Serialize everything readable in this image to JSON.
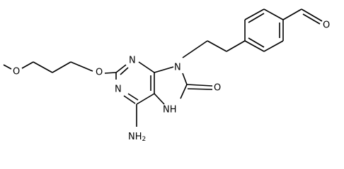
{
  "structure": {
    "atoms": {
      "o_methoxy": "O",
      "o_ether": "O",
      "n3": "N",
      "n1": "N",
      "n9": "N",
      "n7": "NH",
      "o_carbonyl": "O",
      "nh2": "NH",
      "nh2_sub": "2",
      "o_aldehyde": "O"
    }
  }
}
